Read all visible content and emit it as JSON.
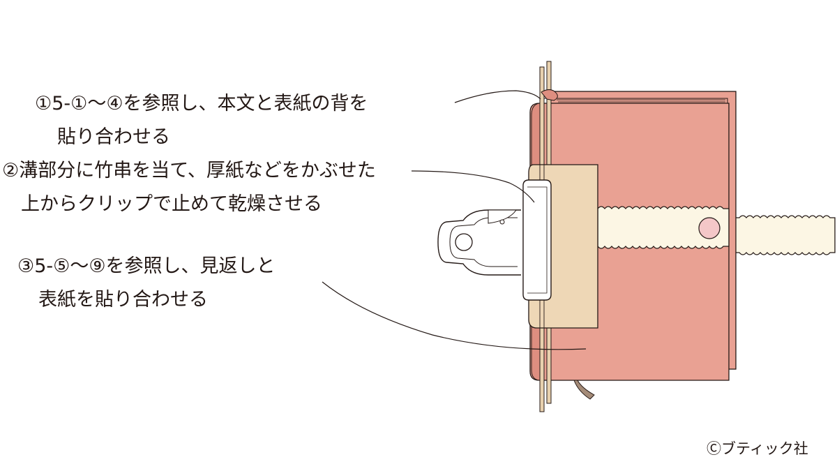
{
  "steps": [
    {
      "line1": "①5-①〜④を参照し、本文と表紙の背を",
      "line2": "貼り合わせる"
    },
    {
      "line1": "②溝部分に竹串を当て、厚紙などをかぶせた",
      "line2": "上からクリップで止めて乾燥させる"
    },
    {
      "line1": "③5-⑤〜⑨を参照し、見返しと",
      "line2": "表紙を貼り合わせる"
    }
  ],
  "copyright": "Ⓒブティック社",
  "colors": {
    "cover": "#E9A193",
    "spine": "#DE8E80",
    "cardboard": "#EED7B6",
    "ribbon": "#FCF6E4",
    "marker": "#F4C7C8",
    "skewer": "#E8D1AE",
    "clip": "#FFFFFF",
    "outline": "#231815"
  },
  "icons": {
    "clip": "binder-clip-icon",
    "skewer": "bamboo-skewer-icon",
    "book": "book-icon"
  }
}
